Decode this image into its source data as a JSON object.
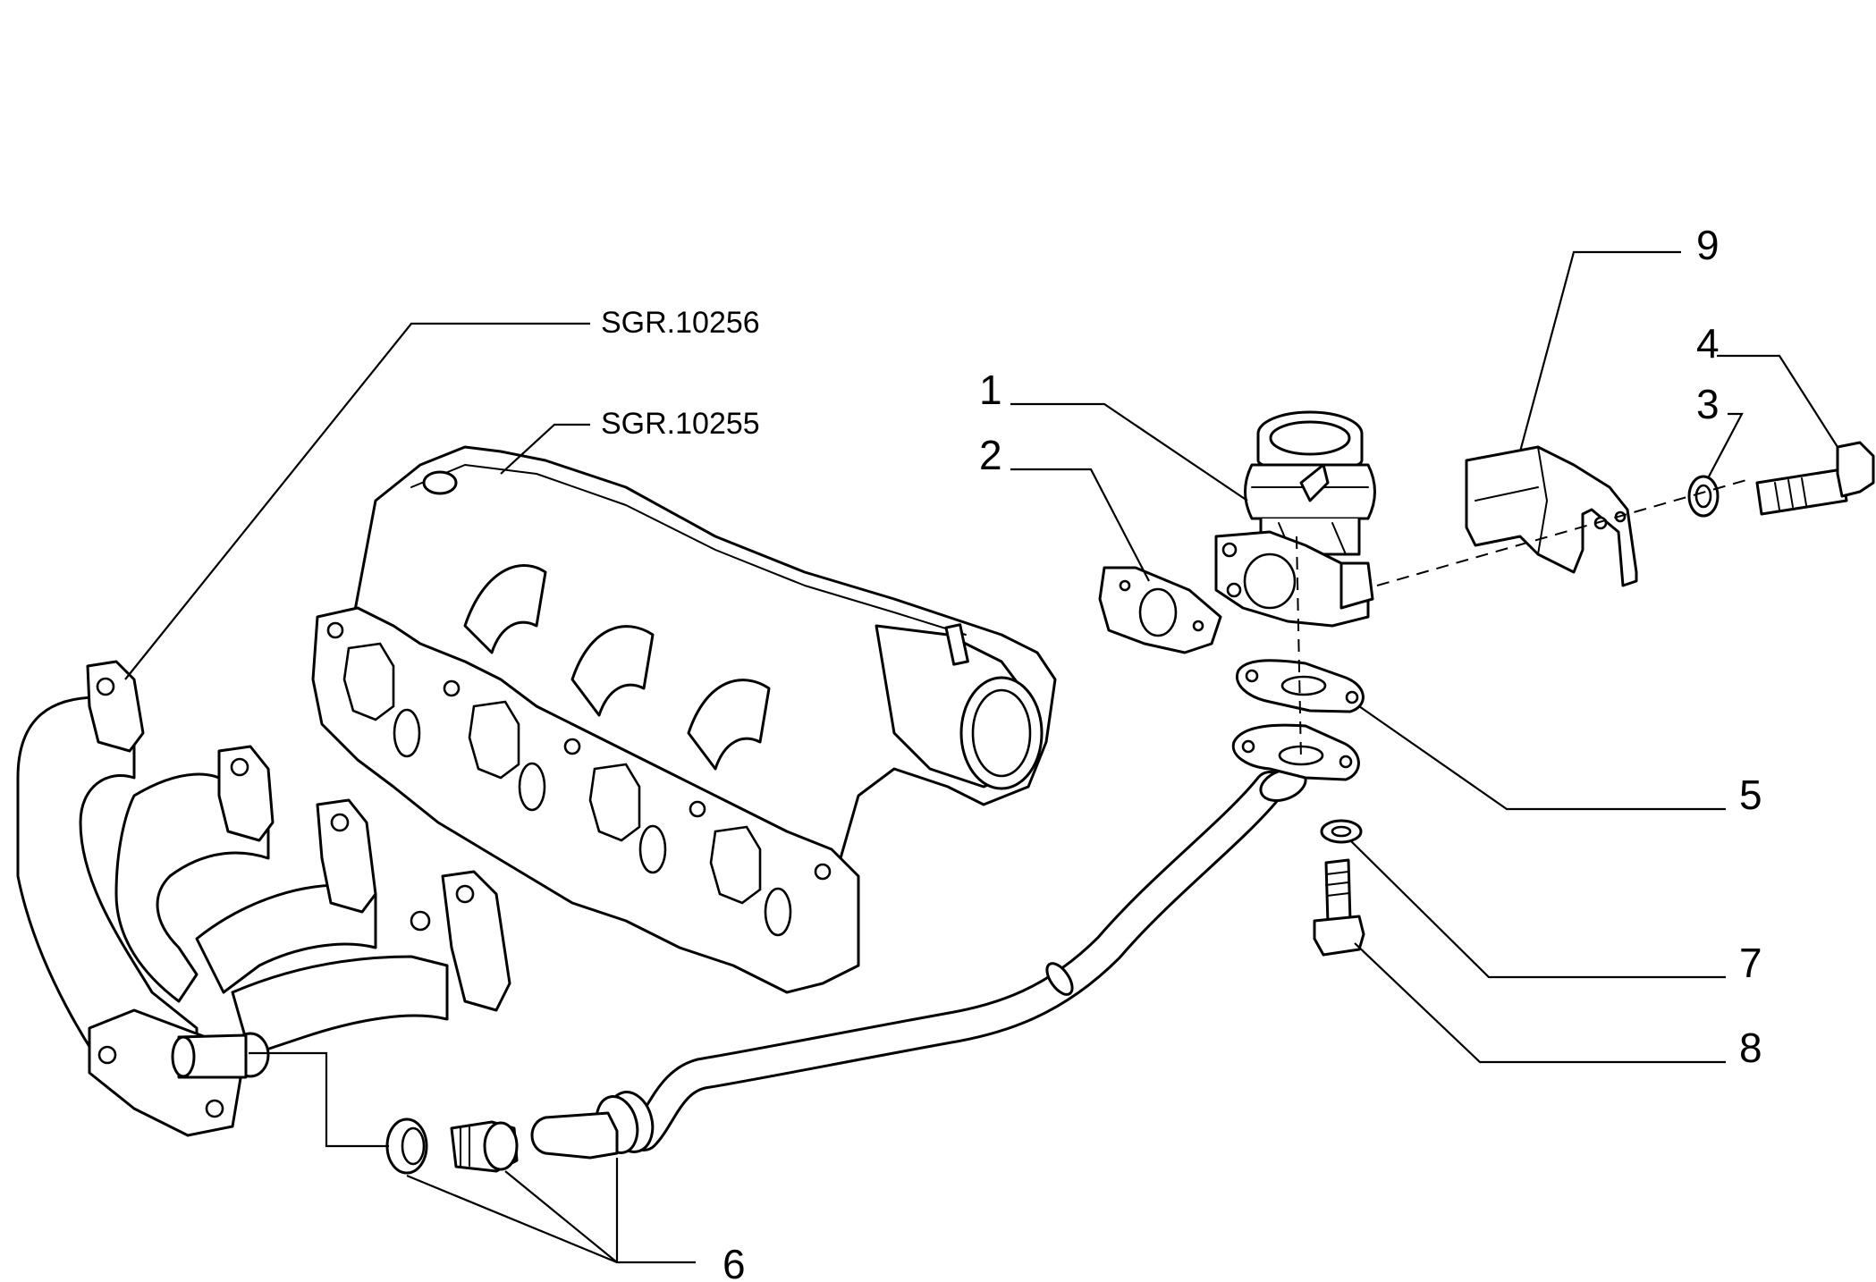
{
  "references": {
    "exhaust_manifold": "SGR.10256",
    "intake_manifold": "SGR.10255"
  },
  "callouts": [
    "1",
    "2",
    "3",
    "4",
    "5",
    "6",
    "7",
    "8",
    "9"
  ]
}
